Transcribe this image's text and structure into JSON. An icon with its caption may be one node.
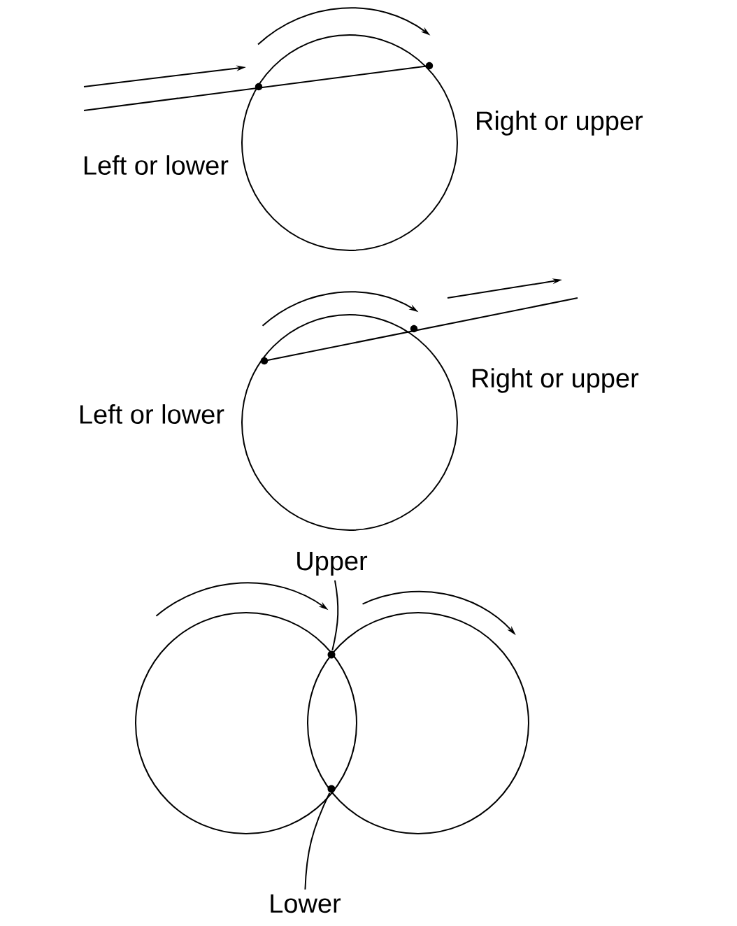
{
  "diagram": {
    "nodes": [
      {
        "text": [
          "Upper"
        ]
      },
      {
        "text": [],
        "shape": "circle"
      },
      {
        "text": [],
        "shape": "circle"
      },
      {
        "text": [
          "Lower"
        ]
      }
    ],
    "edges": [
      {
        "from": 0,
        "to": 1,
        "arrow": "none"
      },
      {
        "from": 3,
        "to": 2,
        "arrow": "none"
      }
    ],
    "labels": [
      "Right or upper",
      "Left or lower",
      "Right or upper",
      "Left or lower"
    ]
  }
}
